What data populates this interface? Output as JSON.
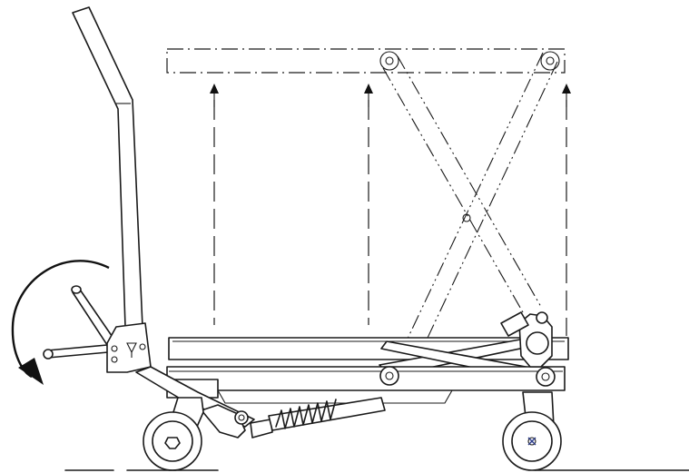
{
  "diagram": {
    "subject": "scissor-lift-table-cart",
    "colors": {
      "line": "#1a1a1a",
      "background": "#ffffff"
    },
    "icons": {
      "rotation_arrow": "curved-arrow-counterclockwise",
      "lift_arrows": "arrow-up"
    },
    "lift_arrow_count": 3
  }
}
